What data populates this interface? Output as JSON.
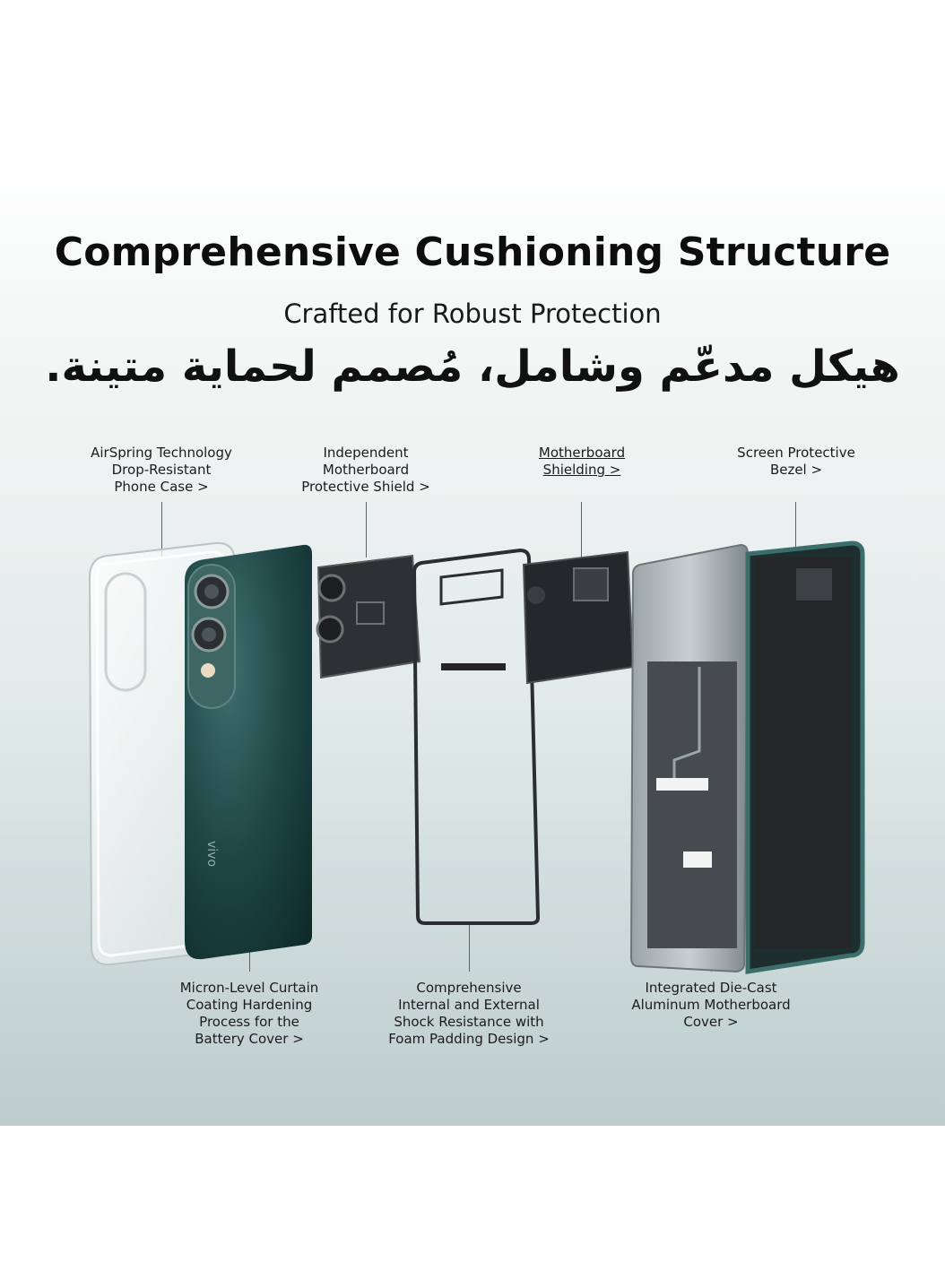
{
  "title": "Comprehensive Cushioning Structure",
  "subtitle": "Crafted for Robust Protection",
  "arabic_title": "هيكل مدعّم وشامل، مُصمم لحماية متينة.",
  "brand_mark": "vivo",
  "colors": {
    "back_cover": "#1f4746",
    "frame_edge": "#3b6e6a",
    "panel_bottom": "#bccdcc",
    "text": "#111111"
  },
  "callouts_top": [
    {
      "id": "phone-case",
      "lines": [
        "AirSpring Technology",
        "Drop-Resistant",
        "Phone Case >"
      ]
    },
    {
      "id": "motherboard-protective-shield",
      "lines": [
        "Independent",
        "Motherboard",
        "Protective Shield >"
      ]
    },
    {
      "id": "motherboard-shielding",
      "lines": [
        "Motherboard",
        "Shielding >"
      ]
    },
    {
      "id": "screen-protective-bezel",
      "lines": [
        "Screen Protective",
        "Bezel >"
      ]
    }
  ],
  "callouts_bottom": [
    {
      "id": "battery-cover-coating",
      "lines": [
        "Micron-Level Curtain",
        "Coating Hardening",
        "Process for the",
        "Battery Cover >"
      ]
    },
    {
      "id": "foam-padding",
      "lines": [
        "Comprehensive",
        "Internal and External",
        "Shock Resistance with",
        "Foam Padding Design >"
      ]
    },
    {
      "id": "die-cast-cover",
      "lines": [
        "Integrated Die-Cast",
        "Aluminum Motherboard",
        "Cover >"
      ]
    }
  ]
}
